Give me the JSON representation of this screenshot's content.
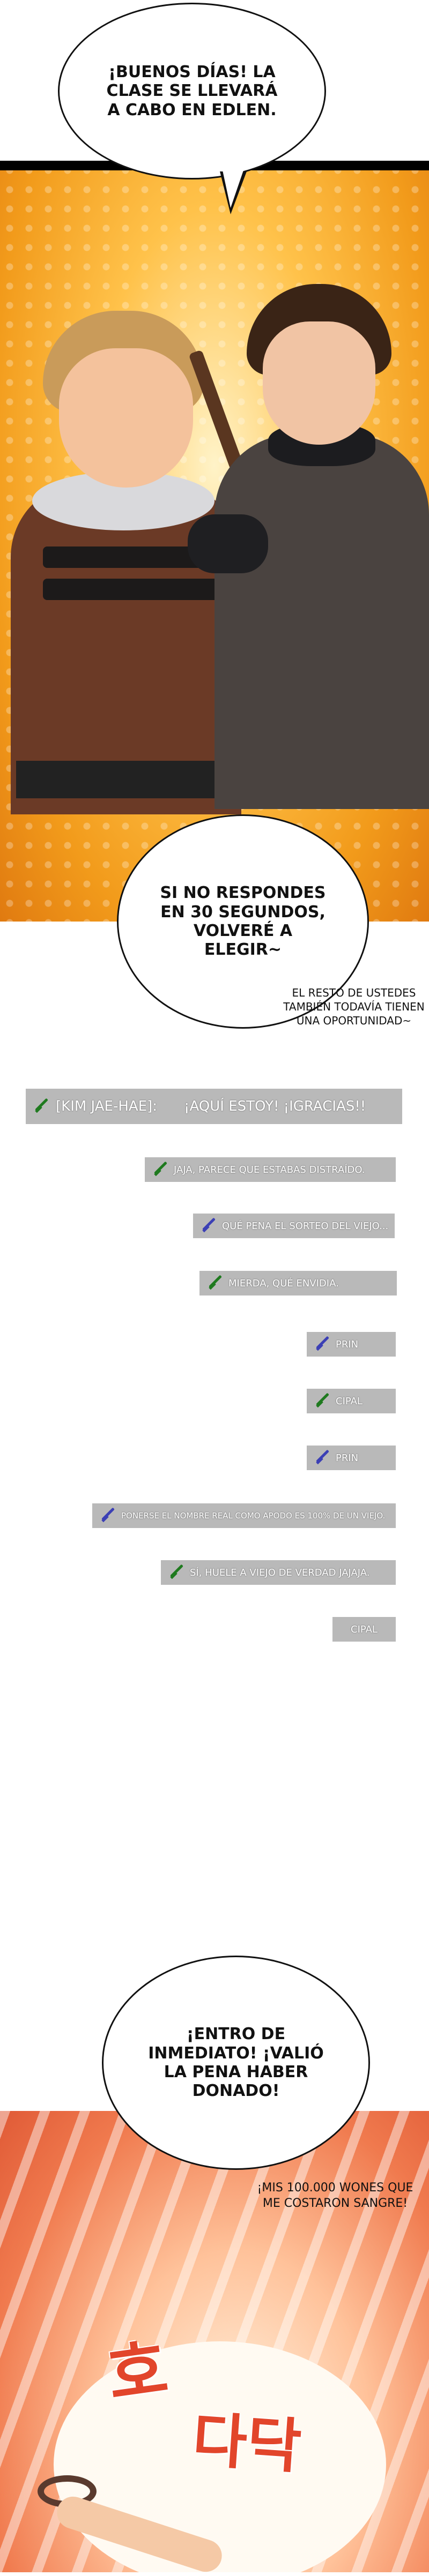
{
  "panel_1": {
    "bubble_top": "¡BUENOS DÍAS! LA CLASE SE LLEVARÁ A CABO EN EDLEN.",
    "bubble_mid": "SI NO RESPONDES EN 30 SEGUNDOS, VOLVERÉ A ELEGIR~",
    "aside": "EL RESTO DE USTEDES TAMBIÉN TODAVÍA TIENEN UNA OPORTUNIDAD~"
  },
  "chat": {
    "main": {
      "user": "[KIM JAE-HAE]:",
      "text": "¡AQUÍ ESTOY! ¡IGRACIAS!!",
      "icon": "green-sword-icon"
    },
    "messages": [
      {
        "text": "JAJA, PARECE QUE ESTABAS DISTRAÍDO.",
        "icon": "green-sword-icon"
      },
      {
        "text": "QUÉ PENA EL SORTEO DEL VIEJO...",
        "icon": "blue-sword-icon"
      },
      {
        "text": "MIERDA, QUÉ ENVIDIA.",
        "icon": "green-sword-icon"
      },
      {
        "text": "PRIN",
        "icon": "blue-sword-icon"
      },
      {
        "text": "CIPAL",
        "icon": "green-sword-icon"
      },
      {
        "text": "PRIN",
        "icon": "blue-sword-icon"
      },
      {
        "text": "PONERSE EL NOMBRE REAL COMO APODO ES 100% DE UN VIEJO.",
        "icon": "blue-sword-icon"
      },
      {
        "text": "SÍ, HUELE A VIEJO DE VERDAD JAJAJA.",
        "icon": "green-sword-icon"
      },
      {
        "text": "CIPAL",
        "icon": ""
      }
    ]
  },
  "panel_2": {
    "bubble": "¡ENTRO DE INMEDIATO! ¡VALIÓ LA PENA HABER DONADO!",
    "aside": "¡MIS 100.000 WONES QUE ME COSTARON SANGRE!",
    "sfx": [
      "호",
      "다닥"
    ]
  },
  "colors": {
    "chat_bg": "#b9b9b9",
    "icon_green": "#1f7a1f",
    "icon_blue": "#3b3fb5"
  }
}
